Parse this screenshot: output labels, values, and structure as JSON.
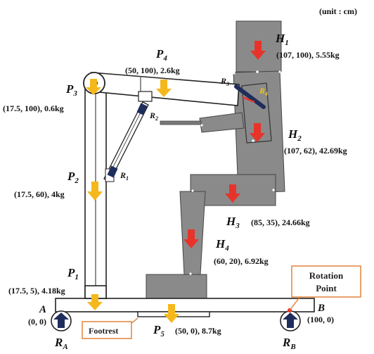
{
  "unit_note": "(unit : cm)",
  "colors": {
    "gray_fill": "#8a8a8a",
    "gray_dark": "#6d6d6d",
    "frame_stroke": "#222222",
    "arrow_yellow": "#f5b81c",
    "arrow_red": "#e8332a",
    "actuator_navy": "#1f2d5c",
    "callout_border": "#e07b2e",
    "white": "#ffffff"
  },
  "labels": {
    "H1": {
      "name": "H",
      "sub": "1",
      "info": "(107, 100), 5.55kg"
    },
    "H2": {
      "name": "H",
      "sub": "2",
      "info": "(107, 62), 42.69kg"
    },
    "H3": {
      "name": "H",
      "sub": "3",
      "info": "(85, 35), 24.66kg"
    },
    "H4": {
      "name": "H",
      "sub": "4",
      "info": "(60, 20), 6.92kg"
    },
    "P1": {
      "name": "P",
      "sub": "1",
      "info": "(17.5, 5), 4.18kg"
    },
    "P2": {
      "name": "P",
      "sub": "2",
      "info": "(17.5, 60), 4kg"
    },
    "P3": {
      "name": "P",
      "sub": "3",
      "info": "(17.5, 100), 0.6kg"
    },
    "P4": {
      "name": "P",
      "sub": "4",
      "info": "(50, 100), 2.6kg"
    },
    "P5": {
      "name": "P",
      "sub": "5",
      "info": "(50, 0), 8.7kg"
    },
    "R1": {
      "name": "R",
      "sub": "1"
    },
    "R2": {
      "name": "R",
      "sub": "2"
    },
    "R3": {
      "name": "R",
      "sub": "3"
    },
    "R4": {
      "name": "R",
      "sub": "4"
    },
    "RA": {
      "name": "R",
      "sub": "A"
    },
    "RB": {
      "name": "R",
      "sub": "B"
    },
    "A": {
      "name": "A",
      "coords": "(0, 0)"
    },
    "B": {
      "name": "B",
      "coords": "(100, 0)"
    }
  },
  "callouts": {
    "footrest": "Footrest",
    "rotation_line1": "Rotation",
    "rotation_line2": "Point"
  }
}
